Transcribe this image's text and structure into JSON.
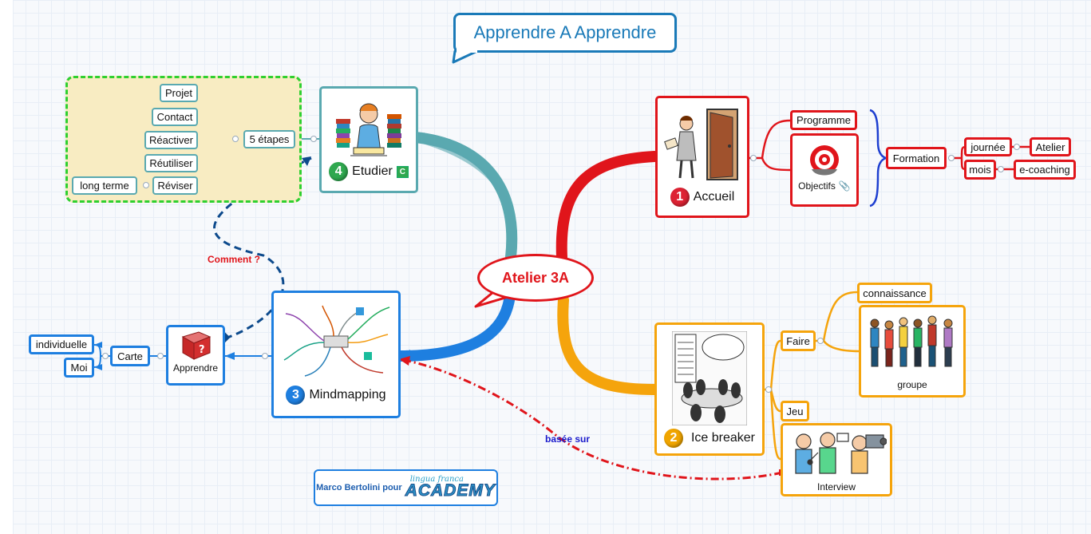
{
  "title": "Apprendre A Apprendre",
  "center": "Atelier 3A",
  "branches": {
    "accueil": {
      "number": "1",
      "label": "Accueil",
      "color": "#e0151b",
      "children": {
        "programme": "Programme",
        "objectifs": "Objectifs",
        "formation": "Formation",
        "journee": "journée",
        "atelier": "Atelier",
        "mois": "mois",
        "ecoaching": "e-coaching"
      }
    },
    "icebreaker": {
      "number": "2",
      "label": "Ice breaker",
      "color": "#f5a40c",
      "children": {
        "faire": "Faire",
        "connaissance": "connaissance",
        "groupe": "groupe",
        "jeu": "Jeu",
        "interview": "Interview"
      }
    },
    "mindmapping": {
      "number": "3",
      "label": "Mindmapping",
      "color": "#1e7fe0",
      "children": {
        "apprendre": "Apprendre",
        "carte": "Carte",
        "individuelle": "individuelle",
        "moi": "Moi"
      }
    },
    "etudier": {
      "number": "4",
      "label": "Etudier",
      "badge": "C",
      "color": "#5aa9b0",
      "children": {
        "cinq_etapes": "5 étapes",
        "projet": "Projet",
        "contact": "Contact",
        "reactiver": "Réactiver",
        "reutiliser": "Réutiliser",
        "reviser": "Réviser",
        "long_terme": "long terme"
      }
    }
  },
  "relationships": {
    "comment": {
      "label": "Comment ?",
      "color": "#e0151b"
    },
    "basee_sur": {
      "label": "basée sur",
      "color": "#1a1acc"
    }
  },
  "credit": {
    "author": "Marco Bertolini pour",
    "logo_small": "lingua franca",
    "logo_big": "ACADEMY"
  },
  "icons": [
    "book-stack-person-icon",
    "open-door-person-icon",
    "target-icon",
    "cartoon-meeting-icon",
    "mindmap-thumbnail-icon",
    "dancing-people-icon",
    "interview-cartoon-icon",
    "help-book-icon",
    "attachment-icon",
    "collapse-dot-icon"
  ]
}
